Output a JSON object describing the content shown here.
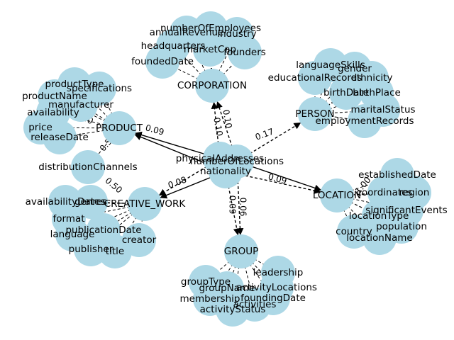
{
  "graph": {
    "node_color": "#add8e6",
    "edge_color": "#000000",
    "nodes": [
      {
        "id": "center1",
        "label": "physicalAddresses"
      },
      {
        "id": "center2",
        "label": "numberOfLocations"
      },
      {
        "id": "center3",
        "label": "nationality"
      },
      {
        "id": "corp",
        "label": "CORPORATION"
      },
      {
        "id": "numberOfEmployees",
        "label": "numberOfEmployees"
      },
      {
        "id": "annualRevenue",
        "label": "annualRevenue"
      },
      {
        "id": "industry",
        "label": "industry"
      },
      {
        "id": "headquarters",
        "label": "headquarters"
      },
      {
        "id": "marketCap",
        "label": "marketCap"
      },
      {
        "id": "founders",
        "label": "founders"
      },
      {
        "id": "foundedDate",
        "label": "foundedDate"
      },
      {
        "id": "person",
        "label": "PERSON"
      },
      {
        "id": "languageSkills",
        "label": "languageSkills"
      },
      {
        "id": "gender",
        "label": "gender"
      },
      {
        "id": "educationalRecords",
        "label": "educationalRecords"
      },
      {
        "id": "ethnicity",
        "label": "ethnicity"
      },
      {
        "id": "birthDate",
        "label": "birthDate"
      },
      {
        "id": "birthPlace",
        "label": "birthPlace"
      },
      {
        "id": "maritalStatus",
        "label": "maritalStatus"
      },
      {
        "id": "employmentRecords",
        "label": "employmentRecords"
      },
      {
        "id": "product",
        "label": "PRODUCT"
      },
      {
        "id": "productType",
        "label": "productType"
      },
      {
        "id": "specifications",
        "label": "specifications"
      },
      {
        "id": "productName",
        "label": "productName"
      },
      {
        "id": "manufacturer",
        "label": "manufacturer"
      },
      {
        "id": "availability",
        "label": "availability"
      },
      {
        "id": "price",
        "label": "price"
      },
      {
        "id": "releaseDate",
        "label": "releaseDate"
      },
      {
        "id": "distributionChannels",
        "label": "distributionChannels"
      },
      {
        "id": "location",
        "label": "LOCATION"
      },
      {
        "id": "establishedDate",
        "label": "establishedDate"
      },
      {
        "id": "coordinates",
        "label": "coordinates"
      },
      {
        "id": "region",
        "label": "region"
      },
      {
        "id": "locationType",
        "label": "locationType"
      },
      {
        "id": "significantEvents",
        "label": "significantEvents"
      },
      {
        "id": "population",
        "label": "population"
      },
      {
        "id": "country",
        "label": "country"
      },
      {
        "id": "locationName",
        "label": "locationName"
      },
      {
        "id": "creative",
        "label": "CREATIVE_WORK"
      },
      {
        "id": "genres",
        "label": "genres"
      },
      {
        "id": "availabilityDates",
        "label": "availabilityDates"
      },
      {
        "id": "format",
        "label": "format"
      },
      {
        "id": "publicationDate",
        "label": "publicationDate"
      },
      {
        "id": "language",
        "label": "language"
      },
      {
        "id": "creator",
        "label": "creator"
      },
      {
        "id": "publisher",
        "label": "publisher"
      },
      {
        "id": "title",
        "label": "title"
      },
      {
        "id": "group",
        "label": "GROUP"
      },
      {
        "id": "leadership",
        "label": "leadership"
      },
      {
        "id": "groupType",
        "label": "groupType"
      },
      {
        "id": "groupName",
        "label": "groupName"
      },
      {
        "id": "activityLocations",
        "label": "activityLocations"
      },
      {
        "id": "foundingDate",
        "label": "foundingDate"
      },
      {
        "id": "membership",
        "label": "membership"
      },
      {
        "id": "activities",
        "label": "activities"
      },
      {
        "id": "activityStatus",
        "label": "activityStatus"
      }
    ],
    "edge_labels": [
      {
        "text": "0.10"
      },
      {
        "text": "0.10"
      },
      {
        "text": "0.17"
      },
      {
        "text": "0.09"
      },
      {
        "text": "0.09"
      },
      {
        "text": "0.08"
      },
      {
        "text": "0.09"
      },
      {
        "text": "0.06"
      },
      {
        "text": "0.50"
      },
      {
        "text": "0.50"
      },
      {
        "text": "1.00"
      },
      {
        "text": "1.0"
      }
    ]
  }
}
